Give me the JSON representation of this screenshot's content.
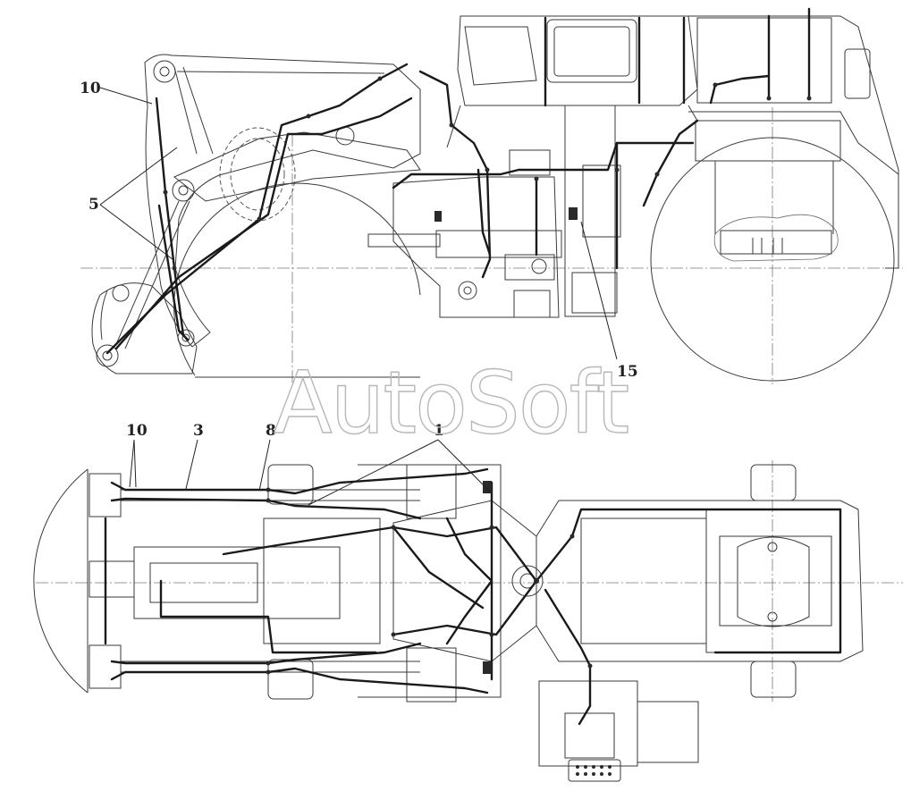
{
  "watermark": "AutoSoft",
  "callouts": {
    "side_view": [
      "10",
      "5",
      "15"
    ],
    "top_view": [
      "10",
      "3",
      "8",
      "1"
    ]
  }
}
